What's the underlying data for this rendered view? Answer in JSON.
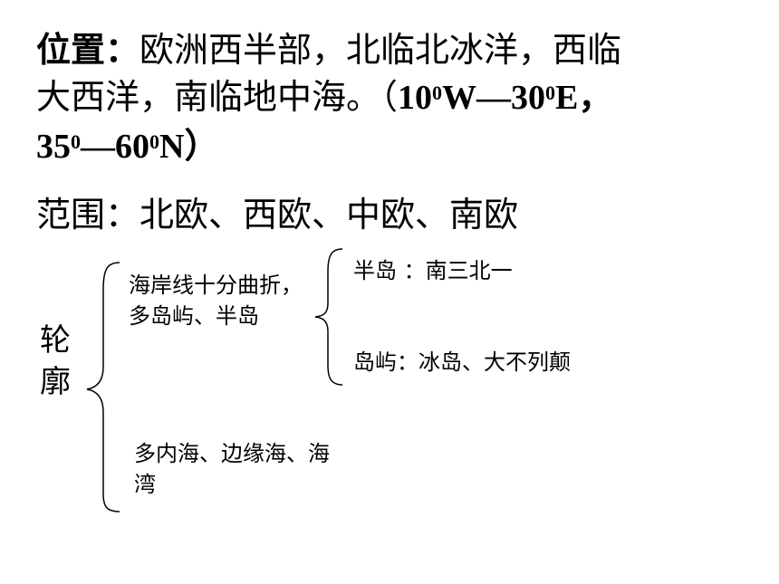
{
  "position": {
    "label": "位置：",
    "line1_text": "欧洲西半部，北临北冰洋，西临",
    "line2_text": "大西洋，南临地中海。（",
    "coord1_a": "10",
    "deg1": "0",
    "coord1_b": "W—30",
    "deg2": "0",
    "coord1_c": "E，",
    "coord2_a": "35",
    "deg3": "0",
    "coord2_b": "—60",
    "deg4": "0",
    "coord2_c": "N）"
  },
  "range": {
    "text": "范围：北欧、西欧、中欧、南欧"
  },
  "outline": {
    "label_line1": "轮",
    "label_line2": "廓",
    "item1_line1": "海岸线十分曲折，",
    "item1_line2": "多岛屿、半岛",
    "sub1": "半岛 ：南三北一",
    "sub2": "岛屿：冰岛、大不列颠",
    "item2_line1": "多内海、边缘海、海",
    "item2_line2": "湾"
  }
}
